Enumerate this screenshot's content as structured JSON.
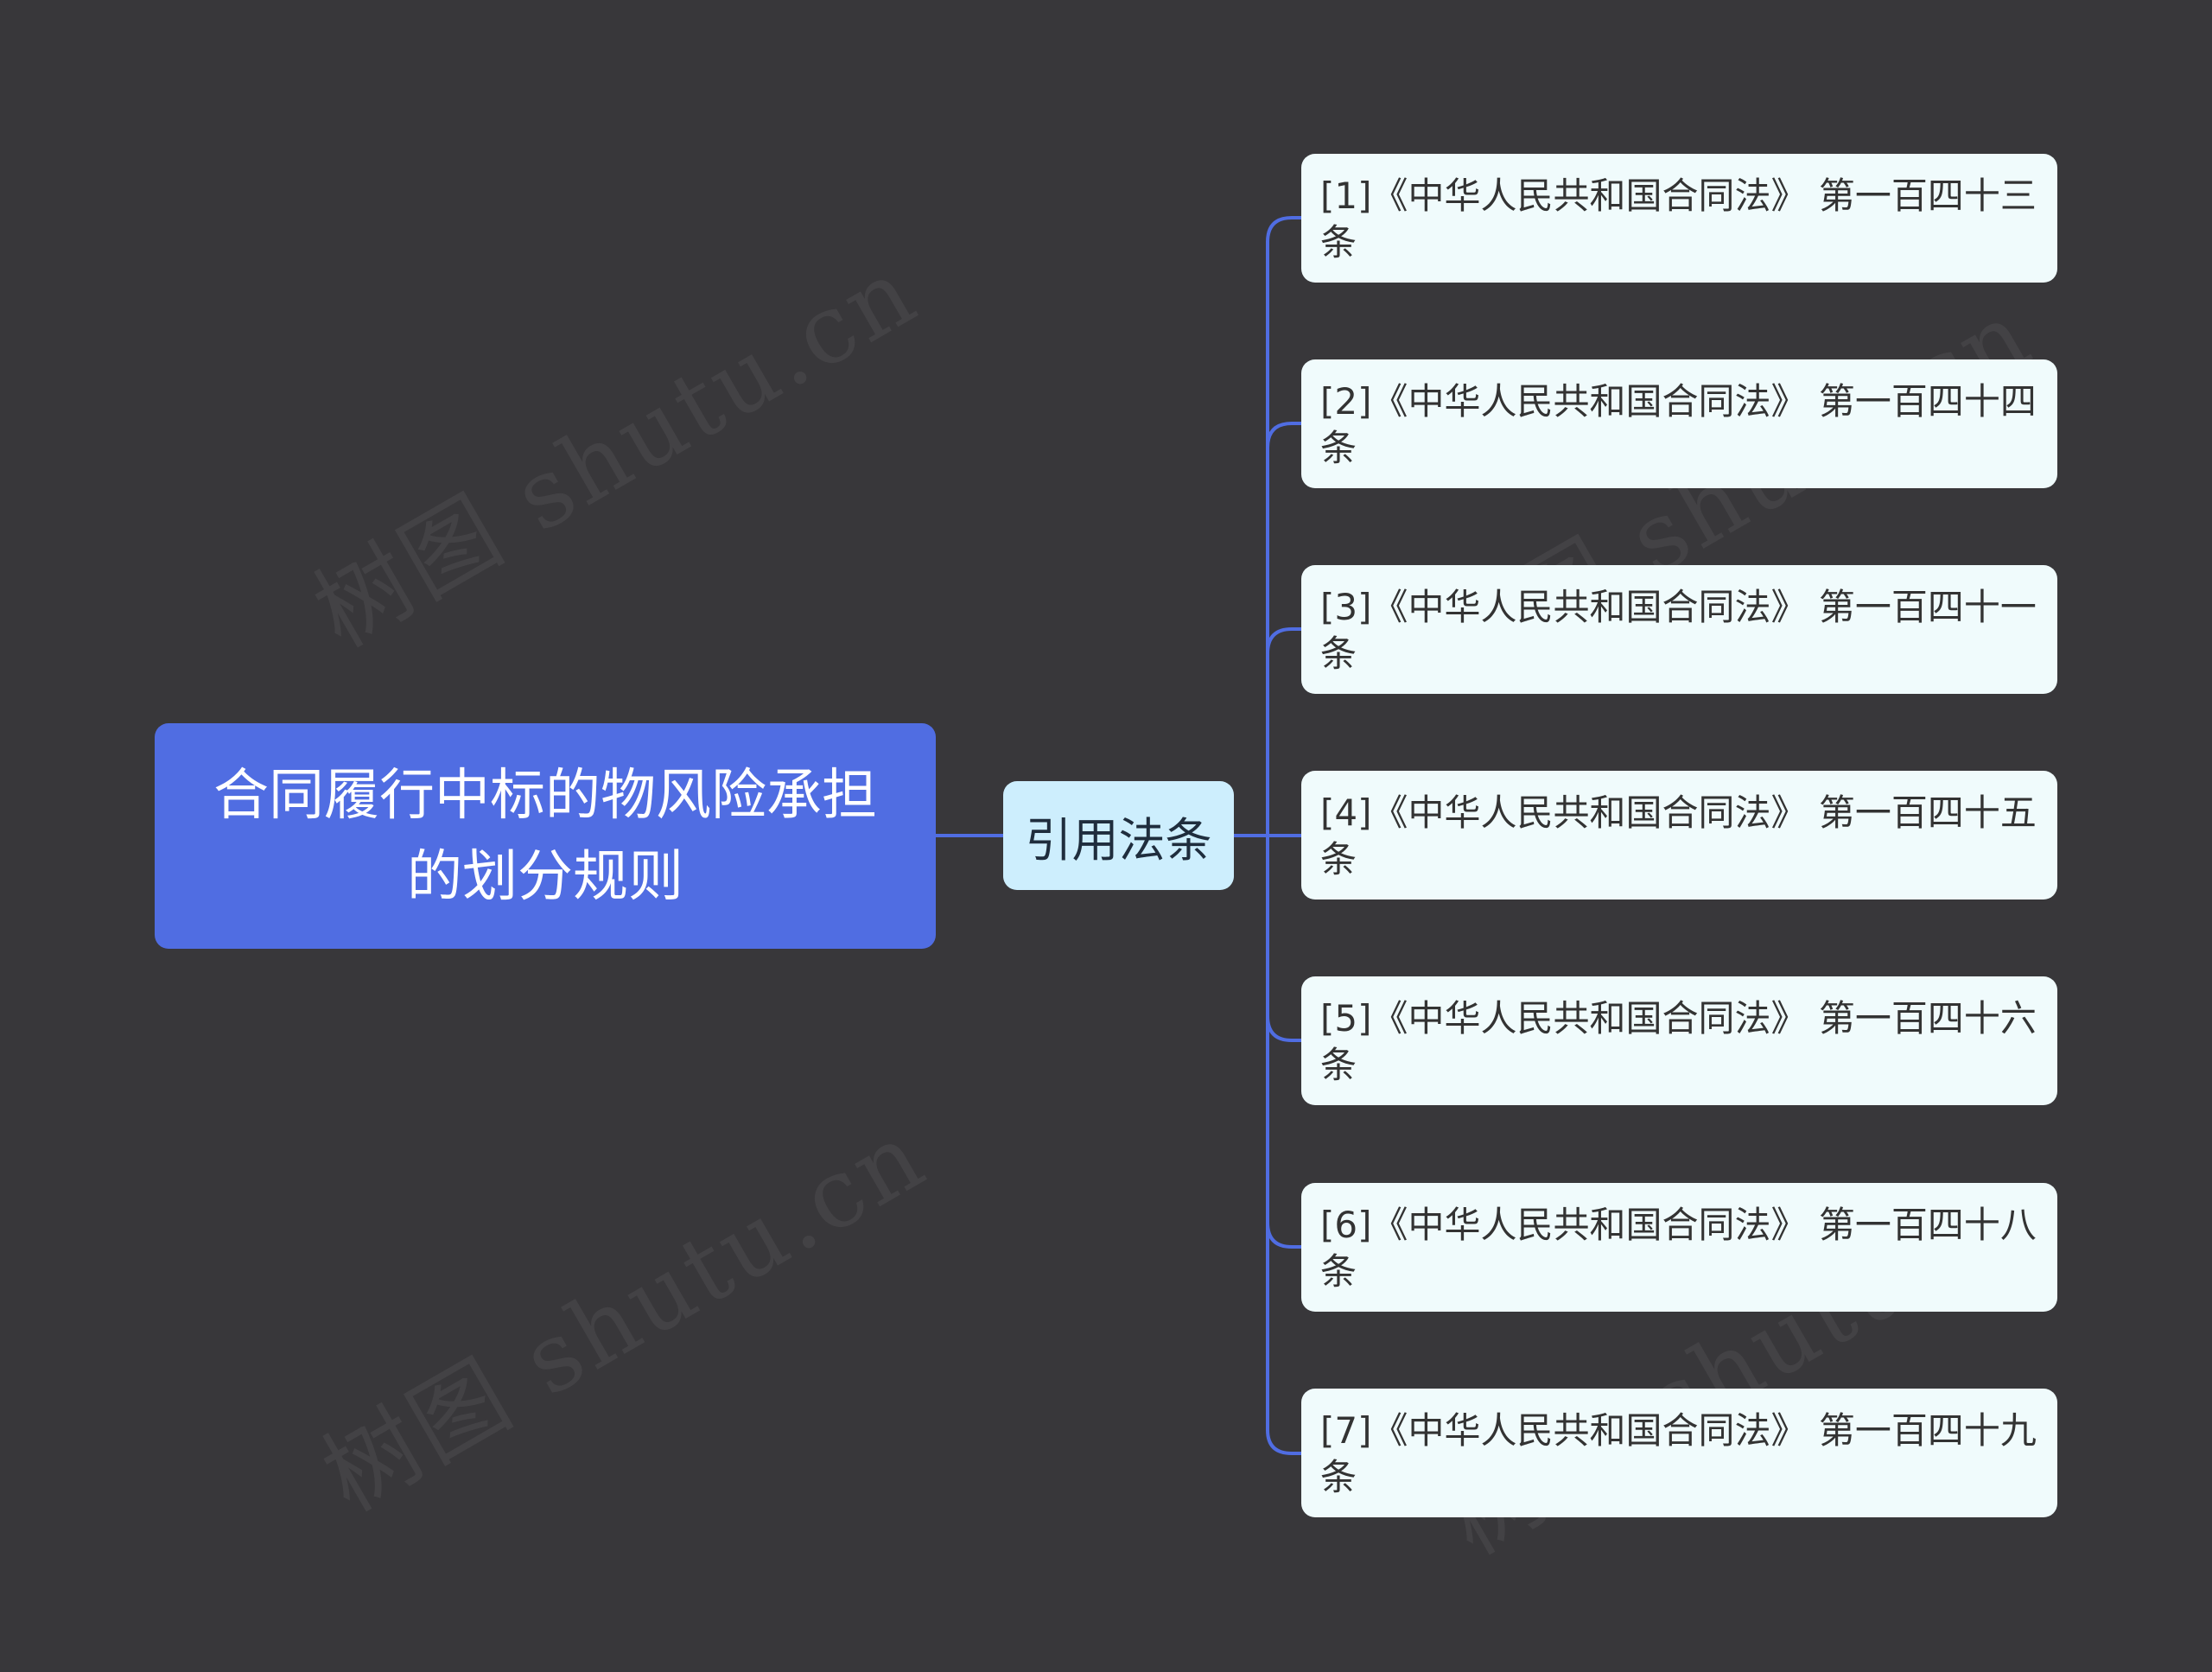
{
  "root": {
    "title": "合同履行中标的物风险承担的划分规则"
  },
  "branch": {
    "label": "引用法条"
  },
  "leaves": [
    {
      "text": "[1]《中华人民共和国合同法》 第一百四十三条"
    },
    {
      "text": "[2]《中华人民共和国合同法》 第一百四十四条"
    },
    {
      "text": "[3]《中华人民共和国合同法》 第一百四十一条"
    },
    {
      "text": "[4]《中华人民共和国合同法》 第一百四十五条"
    },
    {
      "text": "[5]《中华人民共和国合同法》 第一百四十六条"
    },
    {
      "text": "[6]《中华人民共和国合同法》 第一百四十八条"
    },
    {
      "text": "[7]《中华人民共和国合同法》 第一百四十九条"
    }
  ],
  "watermark": {
    "text": "树图 shutu.cn"
  },
  "colors": {
    "background": "#38373a",
    "root_fill": "#506de2",
    "branch_fill": "#cdeefd",
    "leaf_fill": "#f0fbfc",
    "connector": "#506de2"
  }
}
